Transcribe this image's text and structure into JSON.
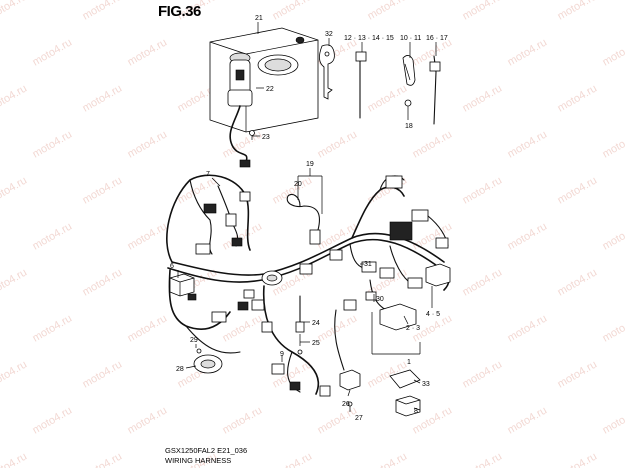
{
  "figure_title": "FIG.36",
  "caption": {
    "code": "GSX1250FAL2 E21_036",
    "name": "WIRING HARNESS"
  },
  "watermark": "moto4.ru",
  "callouts": {
    "c1": "1",
    "c2_3": "2 · 3",
    "c4_5": "4 · 5",
    "c6": "6",
    "c7": "7",
    "c8": "8",
    "c9": "9",
    "c10_11": "10 · 11",
    "c12_15": "12 · 13 · 14 · 15",
    "c16_17": "16 · 17",
    "c18": "18",
    "c19": "19",
    "c20": "20",
    "c21": "21",
    "c22": "22",
    "c23": "23",
    "c24": "24",
    "c25": "25",
    "c26": "26",
    "c27": "27",
    "c28": "28",
    "c29": "29",
    "c30": "30",
    "c31": "31",
    "c32": "32",
    "c33": "33"
  }
}
